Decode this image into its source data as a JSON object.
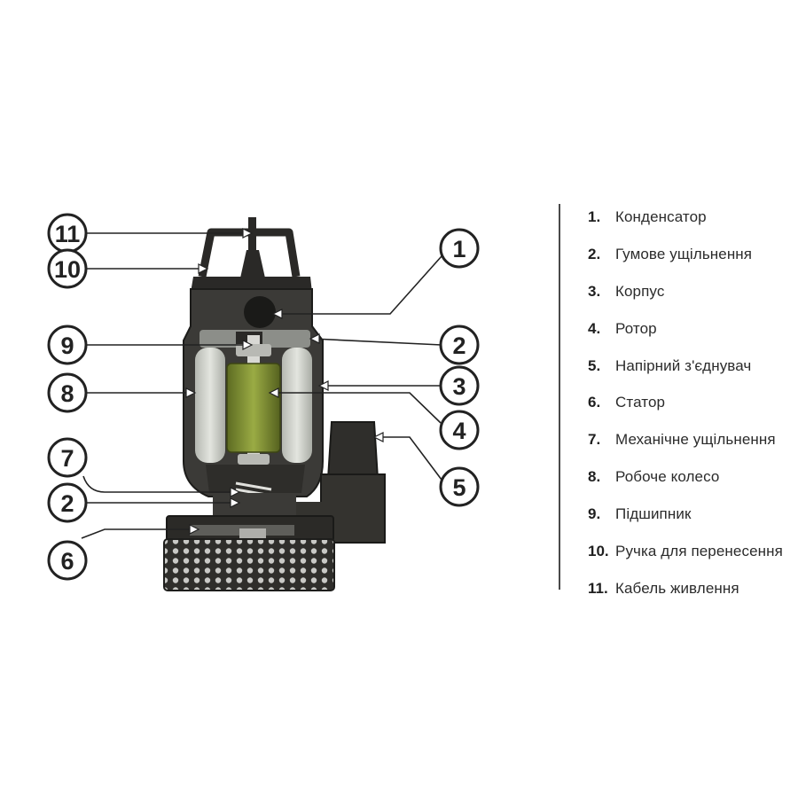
{
  "diagram": {
    "callouts": [
      {
        "id": "11",
        "label": "11"
      },
      {
        "id": "10",
        "label": "10"
      },
      {
        "id": "9",
        "label": "9"
      },
      {
        "id": "8",
        "label": "8"
      },
      {
        "id": "7",
        "label": "7"
      },
      {
        "id": "2a",
        "label": "2"
      },
      {
        "id": "6",
        "label": "6"
      },
      {
        "id": "1",
        "label": "1"
      },
      {
        "id": "2b",
        "label": "2"
      },
      {
        "id": "3",
        "label": "3"
      },
      {
        "id": "4",
        "label": "4"
      },
      {
        "id": "5",
        "label": "5"
      }
    ],
    "colors": {
      "body": "#3b3a37",
      "dark": "#1f1f1d",
      "rotor": "#7d8f33",
      "stator": "#cccfc8",
      "lines": "#222222"
    }
  },
  "legend": [
    {
      "num": "1.",
      "text": "Конденсатор"
    },
    {
      "num": "2.",
      "text": "Гумове ущільнення"
    },
    {
      "num": "3.",
      "text": "Корпус"
    },
    {
      "num": "4.",
      "text": "Ротор"
    },
    {
      "num": "5.",
      "text": "Напірний з'єднувач"
    },
    {
      "num": "6.",
      "text": "Статор"
    },
    {
      "num": "7.",
      "text": "Механічне ущільнення"
    },
    {
      "num": "8.",
      "text": "Робоче колесо"
    },
    {
      "num": "9.",
      "text": "Підшипник"
    },
    {
      "num": "10.",
      "text": "Ручка для перенесення"
    },
    {
      "num": "11.",
      "text": "Кабель живлення"
    }
  ]
}
